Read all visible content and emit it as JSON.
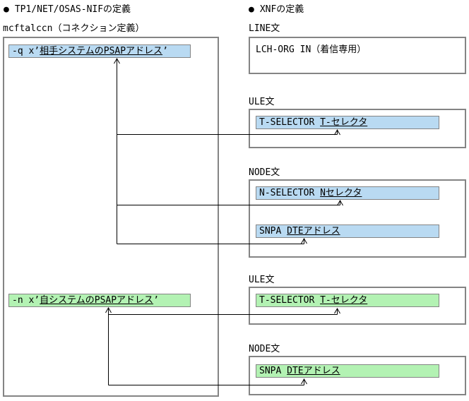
{
  "bullet": "●",
  "nif": {
    "header": "TP1/NET/OSAS-NIFの定義",
    "definition_label": "mcftalccn（コネクション定義）",
    "remote_psap": {
      "prefix": "-q x’",
      "value": "相手システムのPSAPアドレス",
      "suffix": "’"
    },
    "local_psap": {
      "prefix": "-n x’",
      "value": "自システムのPSAPアドレス",
      "suffix": "’"
    }
  },
  "xnf": {
    "header": "XNFの定義",
    "line": {
      "label": "LINE文",
      "content": "LCH-ORG IN（着信専用）"
    },
    "ule_remote": {
      "label": "ULE文",
      "keyword": "T-SELECTOR ",
      "value": "T-セレクタ"
    },
    "node_remote": {
      "label": "NODE文",
      "n_selector": {
        "keyword": "N-SELECTOR ",
        "value": "Nセレクタ"
      },
      "snpa": {
        "keyword": "SNPA ",
        "value": "DTEアドレス"
      }
    },
    "ule_local": {
      "label": "ULE文",
      "keyword": "T-SELECTOR ",
      "value": "T-セレクタ"
    },
    "node_local": {
      "label": "NODE文",
      "snpa": {
        "keyword": "SNPA ",
        "value": "DTEアドレス"
      }
    }
  },
  "colors": {
    "remote_highlight": "#b9daf2",
    "local_highlight": "#b3f2b3",
    "box_border": "#848484",
    "connector": "#000000"
  }
}
